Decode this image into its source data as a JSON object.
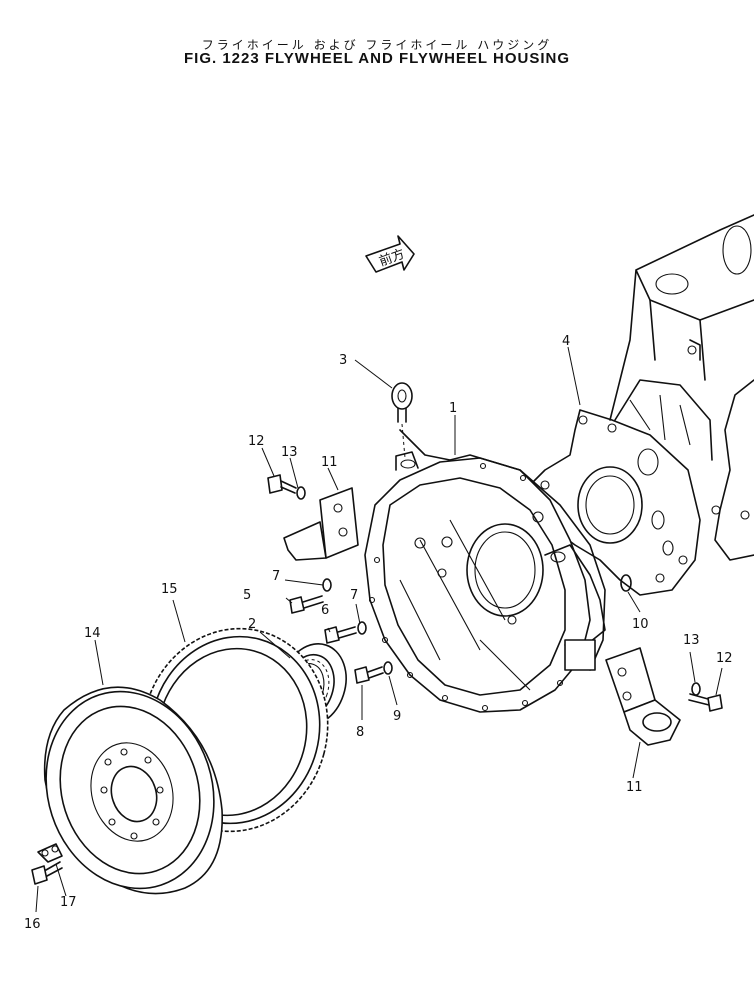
{
  "header": {
    "subtitle": "フライホイール および フライホイール ハウジング",
    "title": "FIG. 1223  FLYWHEEL AND FLYWHEEL HOUSING"
  },
  "arrow_label": "前方",
  "callouts": [
    {
      "id": "c1",
      "text": "1"
    },
    {
      "id": "c2",
      "text": "2"
    },
    {
      "id": "c3",
      "text": "3"
    },
    {
      "id": "c4",
      "text": "4"
    },
    {
      "id": "c5",
      "text": "5"
    },
    {
      "id": "c6",
      "text": "6"
    },
    {
      "id": "c7a",
      "text": "7"
    },
    {
      "id": "c7b",
      "text": "7"
    },
    {
      "id": "c8",
      "text": "8"
    },
    {
      "id": "c9",
      "text": "9"
    },
    {
      "id": "c10",
      "text": "10"
    },
    {
      "id": "c11a",
      "text": "11"
    },
    {
      "id": "c11b",
      "text": "11"
    },
    {
      "id": "c12a",
      "text": "12"
    },
    {
      "id": "c12b",
      "text": "12"
    },
    {
      "id": "c13a",
      "text": "13"
    },
    {
      "id": "c13b",
      "text": "13"
    },
    {
      "id": "c14",
      "text": "14"
    },
    {
      "id": "c15",
      "text": "15"
    },
    {
      "id": "c16",
      "text": "16"
    },
    {
      "id": "c17",
      "text": "17"
    }
  ]
}
